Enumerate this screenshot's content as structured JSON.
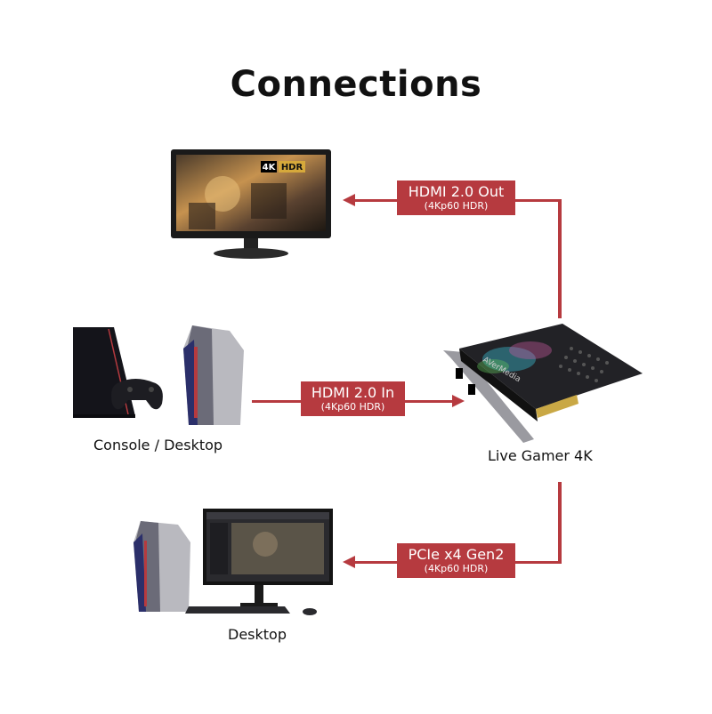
{
  "title": "Connections",
  "colors": {
    "wire": "#b63a3f",
    "text": "#111111"
  },
  "connections": [
    {
      "label": "HDMI 2.0 Out",
      "sub": "(4Kp60 HDR)",
      "target": "Monitor"
    },
    {
      "label": "HDMI 2.0 In",
      "sub": "(4Kp60 HDR)",
      "source": "Console / Desktop"
    },
    {
      "label": "PCIe x4 Gen2",
      "sub": "(4Kp60 HDR)",
      "target": "Desktop"
    }
  ],
  "devices": {
    "monitor": {
      "badge_4k": "4K",
      "badge_hdr": "HDR"
    },
    "console_desktop": {
      "caption": "Console / Desktop"
    },
    "card": {
      "caption": "Live Gamer 4K",
      "brand": "AVerMedia"
    },
    "desktop": {
      "caption": "Desktop"
    }
  }
}
